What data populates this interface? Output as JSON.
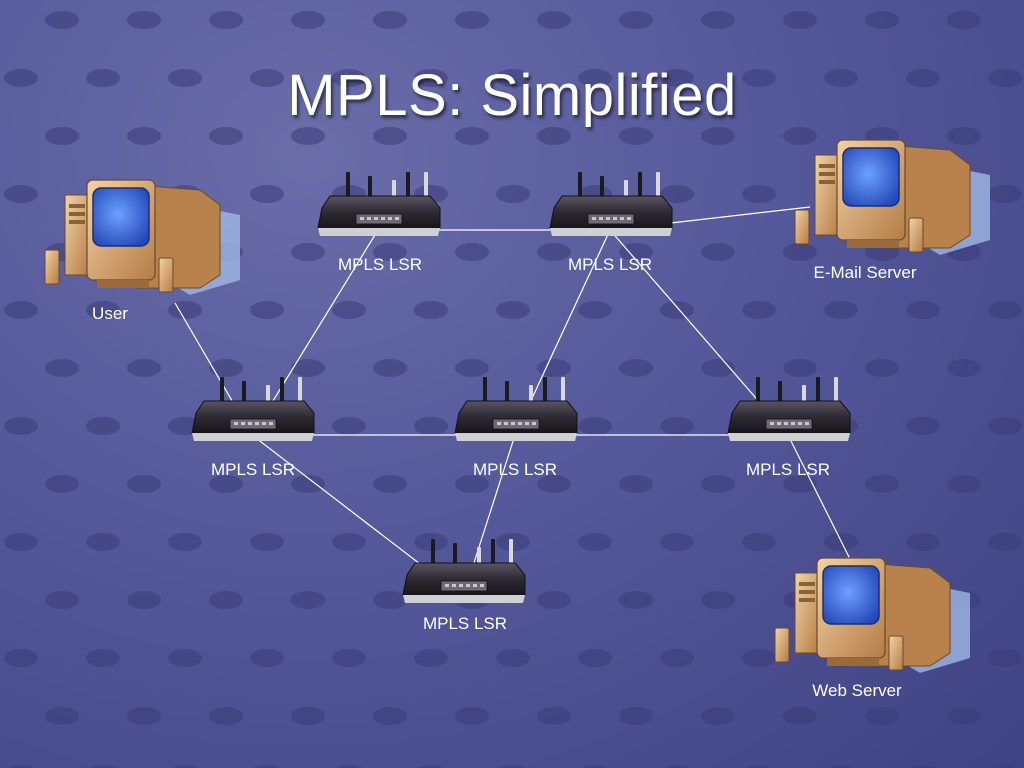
{
  "slide": {
    "title": "MPLS: Simplified"
  },
  "nodes": [
    {
      "id": "user",
      "type": "computer",
      "label": "User"
    },
    {
      "id": "email-server",
      "type": "computer",
      "label": "E-Mail Server"
    },
    {
      "id": "web-server",
      "type": "computer",
      "label": "Web Server"
    },
    {
      "id": "lsr-top-left",
      "type": "router",
      "label": "MPLS LSR"
    },
    {
      "id": "lsr-top-right",
      "type": "router",
      "label": "MPLS LSR"
    },
    {
      "id": "lsr-mid-left",
      "type": "router",
      "label": "MPLS LSR"
    },
    {
      "id": "lsr-mid-center",
      "type": "router",
      "label": "MPLS LSR"
    },
    {
      "id": "lsr-mid-right",
      "type": "router",
      "label": "MPLS LSR"
    },
    {
      "id": "lsr-bottom",
      "type": "router",
      "label": "MPLS LSR"
    }
  ],
  "links": [
    [
      "user",
      "lsr-mid-left"
    ],
    [
      "lsr-top-left",
      "lsr-top-right"
    ],
    [
      "lsr-top-right",
      "email-server"
    ],
    [
      "lsr-top-left",
      "lsr-mid-left"
    ],
    [
      "lsr-top-right",
      "lsr-mid-center"
    ],
    [
      "lsr-top-right",
      "lsr-mid-right"
    ],
    [
      "lsr-mid-left",
      "lsr-mid-center"
    ],
    [
      "lsr-mid-center",
      "lsr-mid-right"
    ],
    [
      "lsr-mid-left",
      "lsr-bottom"
    ],
    [
      "lsr-mid-center",
      "lsr-bottom"
    ],
    [
      "lsr-mid-right",
      "web-server"
    ]
  ],
  "colors": {
    "background": "#55589a",
    "link": "#ffffff",
    "router_body": "#2e2a33",
    "monitor_case": "#d9a571",
    "screen": "#3b6fe0"
  }
}
